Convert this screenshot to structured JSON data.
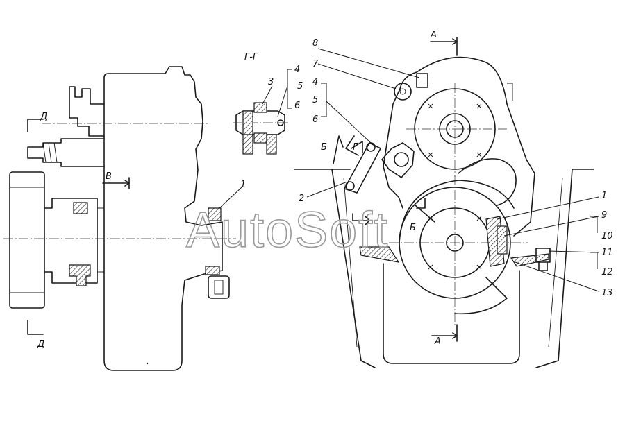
{
  "watermark": "AutoSoft",
  "section_view_title": "Г-Г",
  "section_markers": {
    "d_top": "Д",
    "d_bottom": "Д",
    "v": "В",
    "a_top": "А",
    "a_bottom": "А",
    "b_left": "Б",
    "b_right": "Б",
    "g": "Г"
  },
  "callouts": {
    "left_1": "1",
    "sec_3": "3",
    "sec_4": "4",
    "sec_5": "5",
    "sec_6": "6",
    "r_8": "8",
    "r_7": "7",
    "r_4": "4",
    "r_5": "5",
    "r_6": "6",
    "r_2": "2",
    "r_1": "1",
    "r_9": "9",
    "r_10": "10",
    "r_11": "11",
    "r_12": "12",
    "r_13": "13"
  }
}
